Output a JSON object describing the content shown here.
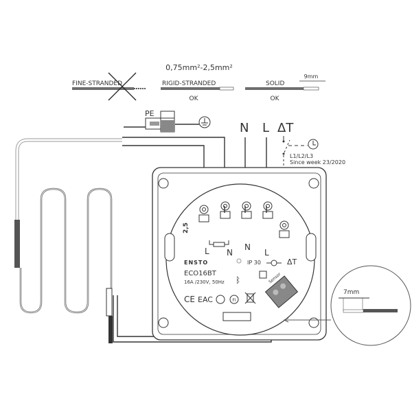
{
  "cable_spec": {
    "cross_section": "0,75mm²-2,5mm²",
    "fine_stranded": "FINE-STRANDED",
    "rigid_stranded": "RIGID-STRANDED",
    "rigid_ok": "OK",
    "solid": "SOLID",
    "solid_ok": "OK",
    "strip_length": "9mm"
  },
  "connections": {
    "pe": "PE",
    "n": "N",
    "l": "L",
    "delta_t": "ΔT",
    "switch_note_1": "L1/L2/L3",
    "switch_note_2": "Since week 23/2020"
  },
  "device": {
    "brand": "ENSTO",
    "model": "ECO16BT",
    "rating": "16A /230V, 50Hz",
    "ip": "IP 30",
    "load_l": "L",
    "load_n": "N",
    "supply_n": "N",
    "supply_l": "L",
    "delta_t": "ΔT",
    "sensor": "Sensor",
    "gauge": "2,5",
    "ce": "CE",
    "eac": "EAC",
    "fi": "FI"
  },
  "detail": {
    "strip_length": "7mm"
  },
  "colors": {
    "line": "#333333",
    "insulation": "#6e6e6e"
  }
}
